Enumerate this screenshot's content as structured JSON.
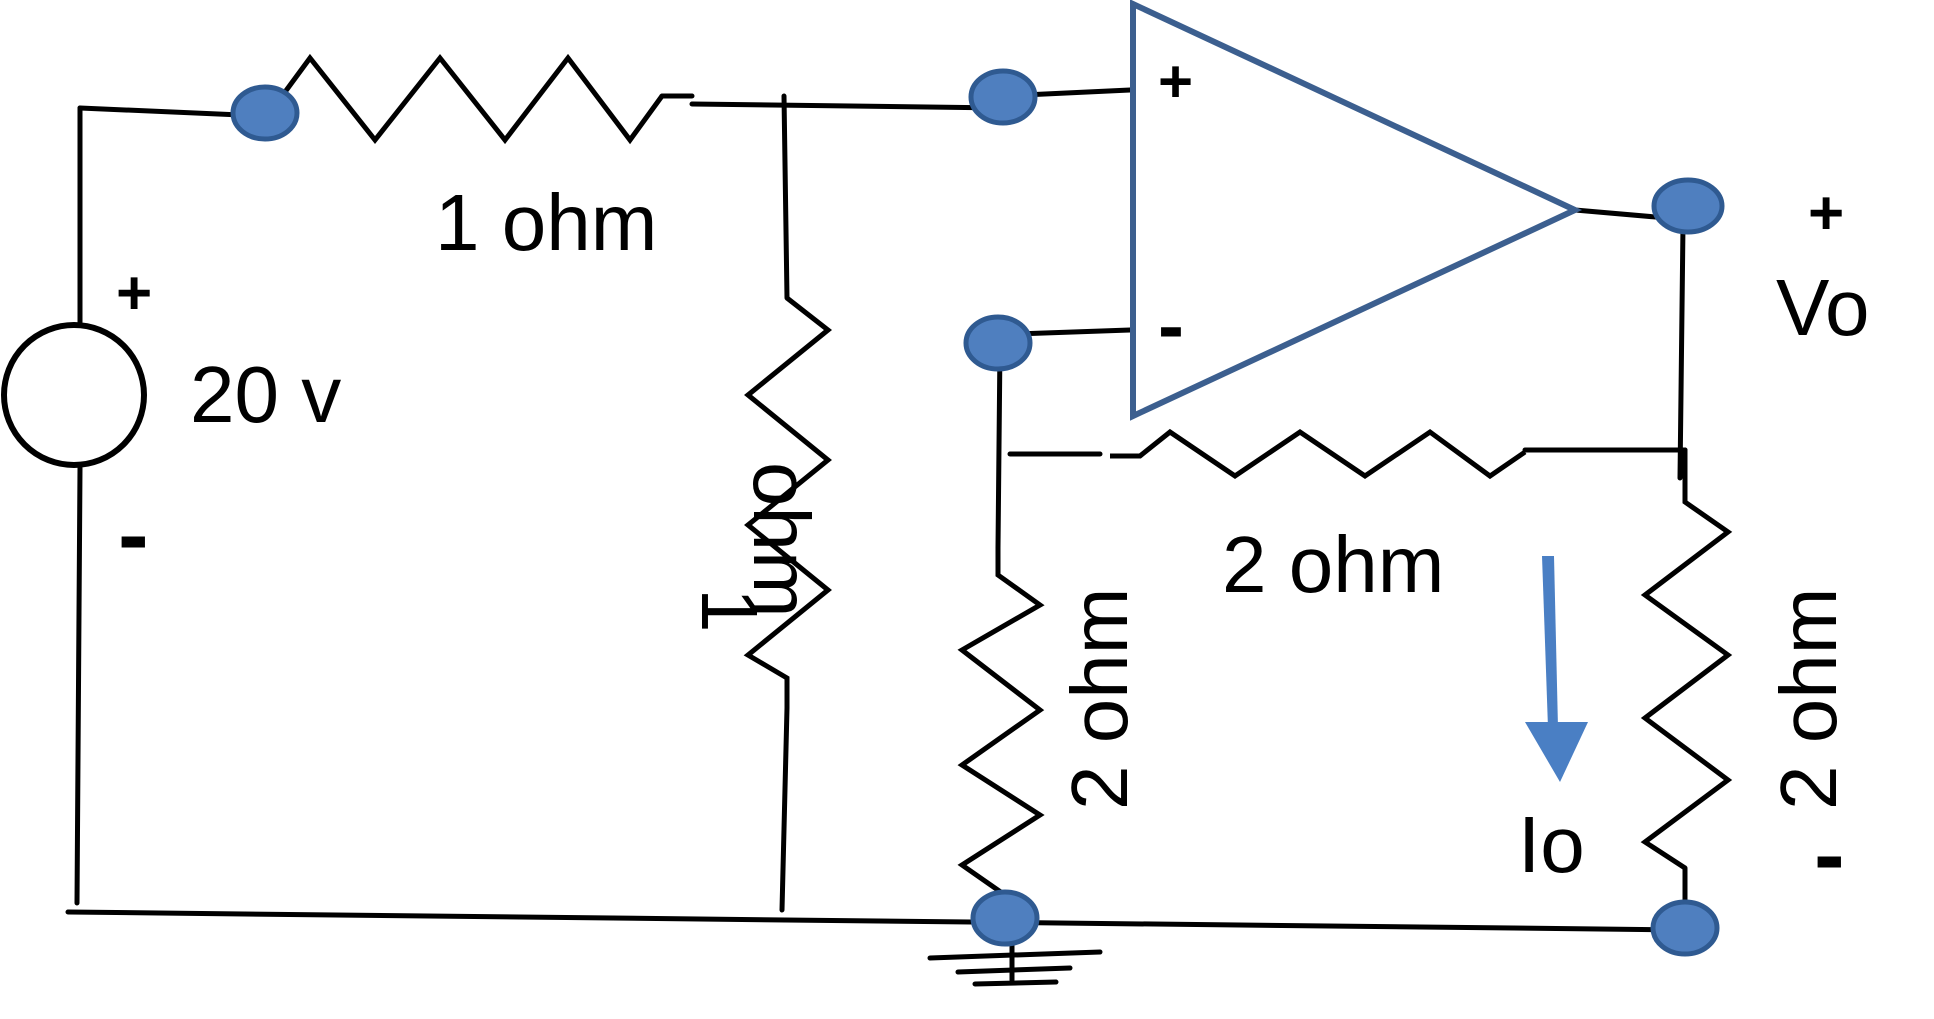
{
  "diagram": {
    "source": {
      "voltage": "20 v",
      "plus": "+",
      "minus": "-"
    },
    "resistors": {
      "series_top": "1 ohm",
      "shunt_1": "1",
      "shunt_1_unit": "ohm",
      "inverting_ground": "2 ohm",
      "feedback": "2 ohm",
      "load": "2 ohm"
    },
    "opamp": {
      "noninverting": "+",
      "inverting": "-"
    },
    "output": {
      "label": "Vo",
      "plus": "+",
      "minus": "-"
    },
    "current": {
      "label": "Io"
    },
    "colors": {
      "wire": "#000000",
      "terminal_fill": "#4f7fbf",
      "terminal_stroke": "#2f5a91",
      "opamp_stroke": "#3c5f8f",
      "current_arrow": "#4a7fc4"
    }
  }
}
